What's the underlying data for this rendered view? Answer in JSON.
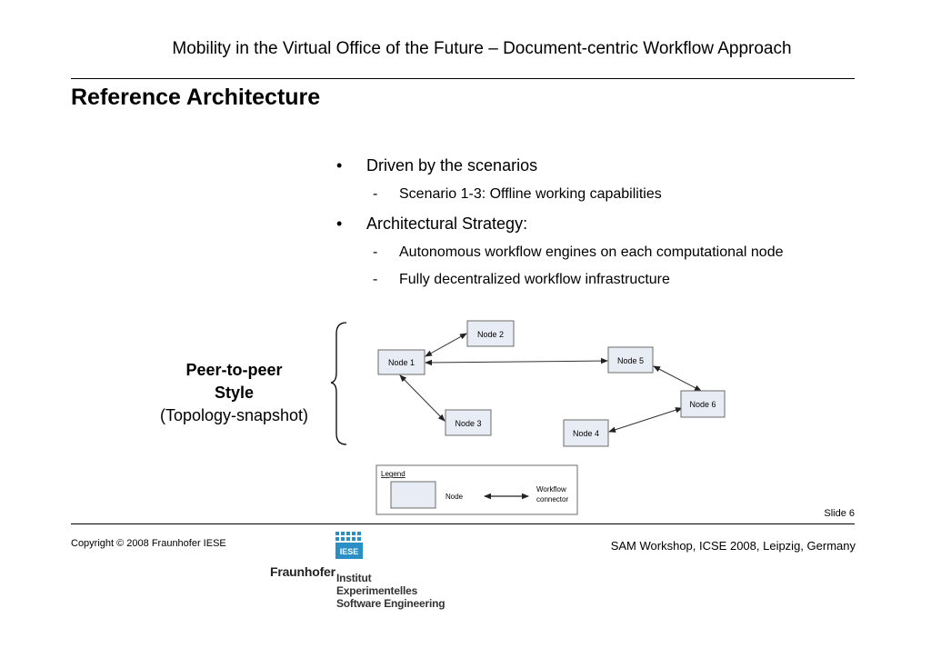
{
  "header": {
    "title": "Mobility in the Virtual Office of the Future – Document-centric Workflow Approach"
  },
  "slide": {
    "title": "Reference Architecture",
    "bullets": [
      {
        "marker": "•",
        "text": "Driven by the scenarios",
        "sub": [
          {
            "marker": "-",
            "text": "Scenario 1-3: Offline working capabilities"
          }
        ]
      },
      {
        "marker": "•",
        "text": "Architectural Strategy:",
        "sub": [
          {
            "marker": "-",
            "text": "Autonomous workflow engines on each computational node"
          },
          {
            "marker": "-",
            "text": "Fully decentralized workflow infrastructure"
          }
        ]
      }
    ],
    "diagram_label": {
      "line1": "Peer-to-peer",
      "line2": "Style",
      "line3": "(Topology-snapshot)"
    }
  },
  "diagram": {
    "nodes": [
      "Node 1",
      "Node 2",
      "Node 3",
      "Node 4",
      "Node 5",
      "Node 6"
    ],
    "legend": {
      "title": "Legend",
      "node_label": "Node",
      "connector_label_1": "Workflow",
      "connector_label_2": "connector"
    },
    "colors": {
      "node_fill": "#e8ecf4",
      "node_stroke": "#6b6b6b"
    }
  },
  "footer": {
    "slide_number": "Slide 6",
    "copyright": "Copyright © 2008 Fraunhofer IESE",
    "event": "SAM Workshop, ICSE 2008, Leipzig, Germany"
  },
  "logo": {
    "org": "Fraunhofer",
    "mark": "IESE",
    "line1": "Institut",
    "line2": "Experimentelles",
    "line3": "Software Engineering",
    "color": "#2a8fc4"
  }
}
